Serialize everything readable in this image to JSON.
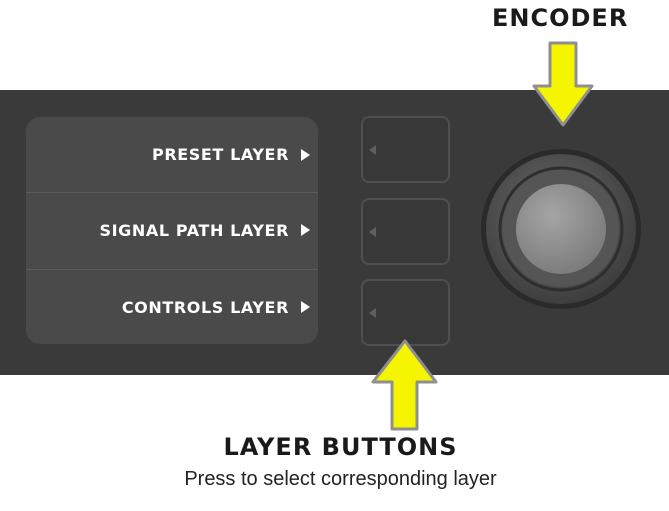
{
  "encoder_label": "ENCODER",
  "screen": {
    "rows": [
      {
        "label": "PRESET LAYER"
      },
      {
        "label": "SIGNAL PATH LAYER"
      },
      {
        "label": "CONTROLS LAYER"
      }
    ]
  },
  "layer_buttons_label": "LAYER BUTTONS",
  "layer_buttons_caption": "Press to select corresponding layer",
  "colors": {
    "panel": "#3a3a3a",
    "screen": "#4a4a4a",
    "arrow_fill": "#f5f500",
    "arrow_outline": "#8f8f8f"
  }
}
